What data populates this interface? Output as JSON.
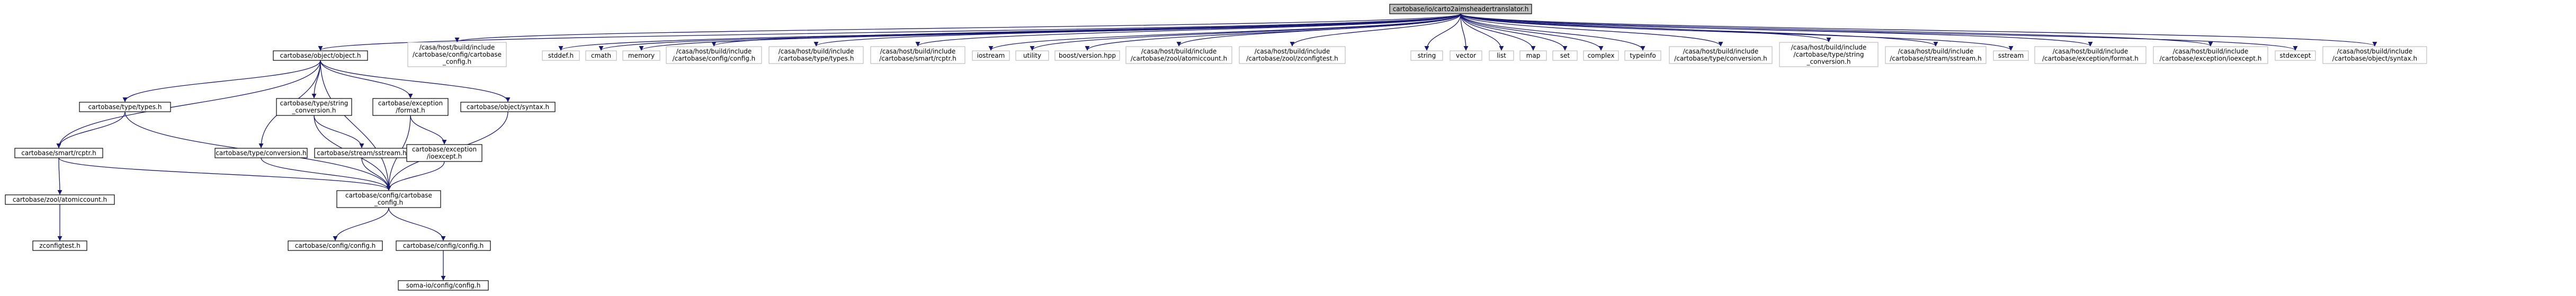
{
  "diagram": {
    "root": {
      "id": "root",
      "lines": [
        "cartobase/io/carto2aimsheadertranslator.h"
      ]
    },
    "nodes": [
      {
        "id": "object",
        "lines": [
          "cartobase/object/object.h"
        ]
      },
      {
        "id": "sys_carto_config",
        "lines": [
          "/casa/host/build/include",
          "/cartobase/config/cartobase",
          "_config.h"
        ]
      },
      {
        "id": "stddef",
        "lines": [
          "stddef.h"
        ]
      },
      {
        "id": "cmath",
        "lines": [
          "cmath"
        ]
      },
      {
        "id": "memory",
        "lines": [
          "memory"
        ]
      },
      {
        "id": "sys_config",
        "lines": [
          "/casa/host/build/include",
          "/cartobase/config/config.h"
        ]
      },
      {
        "id": "sys_types",
        "lines": [
          "/casa/host/build/include",
          "/cartobase/type/types.h"
        ]
      },
      {
        "id": "sys_rcptr",
        "lines": [
          "/casa/host/build/include",
          "/cartobase/smart/rcptr.h"
        ]
      },
      {
        "id": "iostream",
        "lines": [
          "iostream"
        ]
      },
      {
        "id": "utility",
        "lines": [
          "utility"
        ]
      },
      {
        "id": "boost",
        "lines": [
          "boost/version.hpp"
        ]
      },
      {
        "id": "sys_atomic",
        "lines": [
          "/casa/host/build/include",
          "/cartobase/zool/atomiccount.h"
        ]
      },
      {
        "id": "sys_zconfigtest",
        "lines": [
          "/casa/host/build/include",
          "/cartobase/zool/zconfigtest.h"
        ]
      },
      {
        "id": "string",
        "lines": [
          "string"
        ]
      },
      {
        "id": "vector",
        "lines": [
          "vector"
        ]
      },
      {
        "id": "list",
        "lines": [
          "list"
        ]
      },
      {
        "id": "map",
        "lines": [
          "map"
        ]
      },
      {
        "id": "set",
        "lines": [
          "set"
        ]
      },
      {
        "id": "complex",
        "lines": [
          "complex"
        ]
      },
      {
        "id": "typeinfo",
        "lines": [
          "typeinfo"
        ]
      },
      {
        "id": "sys_conversion",
        "lines": [
          "/casa/host/build/include",
          "/cartobase/type/conversion.h"
        ]
      },
      {
        "id": "sys_string_conv",
        "lines": [
          "/casa/host/build/include",
          "/cartobase/type/string",
          "_conversion.h"
        ]
      },
      {
        "id": "sys_sstream",
        "lines": [
          "/casa/host/build/include",
          "/cartobase/stream/sstream.h"
        ]
      },
      {
        "id": "sstream",
        "lines": [
          "sstream"
        ]
      },
      {
        "id": "sys_format",
        "lines": [
          "/casa/host/build/include",
          "/cartobase/exception/format.h"
        ]
      },
      {
        "id": "sys_ioexcept",
        "lines": [
          "/casa/host/build/include",
          "/cartobase/exception/ioexcept.h"
        ]
      },
      {
        "id": "stdexcept",
        "lines": [
          "stdexcept"
        ]
      },
      {
        "id": "sys_syntax",
        "lines": [
          "/casa/host/build/include",
          "/cartobase/object/syntax.h"
        ]
      },
      {
        "id": "types",
        "lines": [
          "cartobase/type/types.h"
        ]
      },
      {
        "id": "type_conversion",
        "lines": [
          "cartobase/type/conversion.h"
        ]
      },
      {
        "id": "string_conversion",
        "lines": [
          "cartobase/type/string",
          "_conversion.h"
        ]
      },
      {
        "id": "exc_format",
        "lines": [
          "cartobase/exception",
          "/format.h"
        ]
      },
      {
        "id": "obj_syntax",
        "lines": [
          "cartobase/object/syntax.h"
        ]
      },
      {
        "id": "rcptr",
        "lines": [
          "cartobase/smart/rcptr.h"
        ]
      },
      {
        "id": "stream_sstream",
        "lines": [
          "cartobase/stream/sstream.h"
        ]
      },
      {
        "id": "exc_ioexcept",
        "lines": [
          "cartobase/exception",
          "/ioexcept.h"
        ]
      },
      {
        "id": "atomiccount",
        "lines": [
          "cartobase/zool/atomiccount.h"
        ]
      },
      {
        "id": "carto_config",
        "lines": [
          "cartobase/config/cartobase",
          "_config.h"
        ]
      },
      {
        "id": "zconfigtest",
        "lines": [
          "zconfigtest.h"
        ]
      },
      {
        "id": "config1",
        "lines": [
          "cartobase/config/config.h"
        ]
      },
      {
        "id": "config2",
        "lines": [
          "cartobase/config/config.h"
        ]
      },
      {
        "id": "somaio_config",
        "lines": [
          "soma-io/config/config.h"
        ]
      }
    ]
  }
}
